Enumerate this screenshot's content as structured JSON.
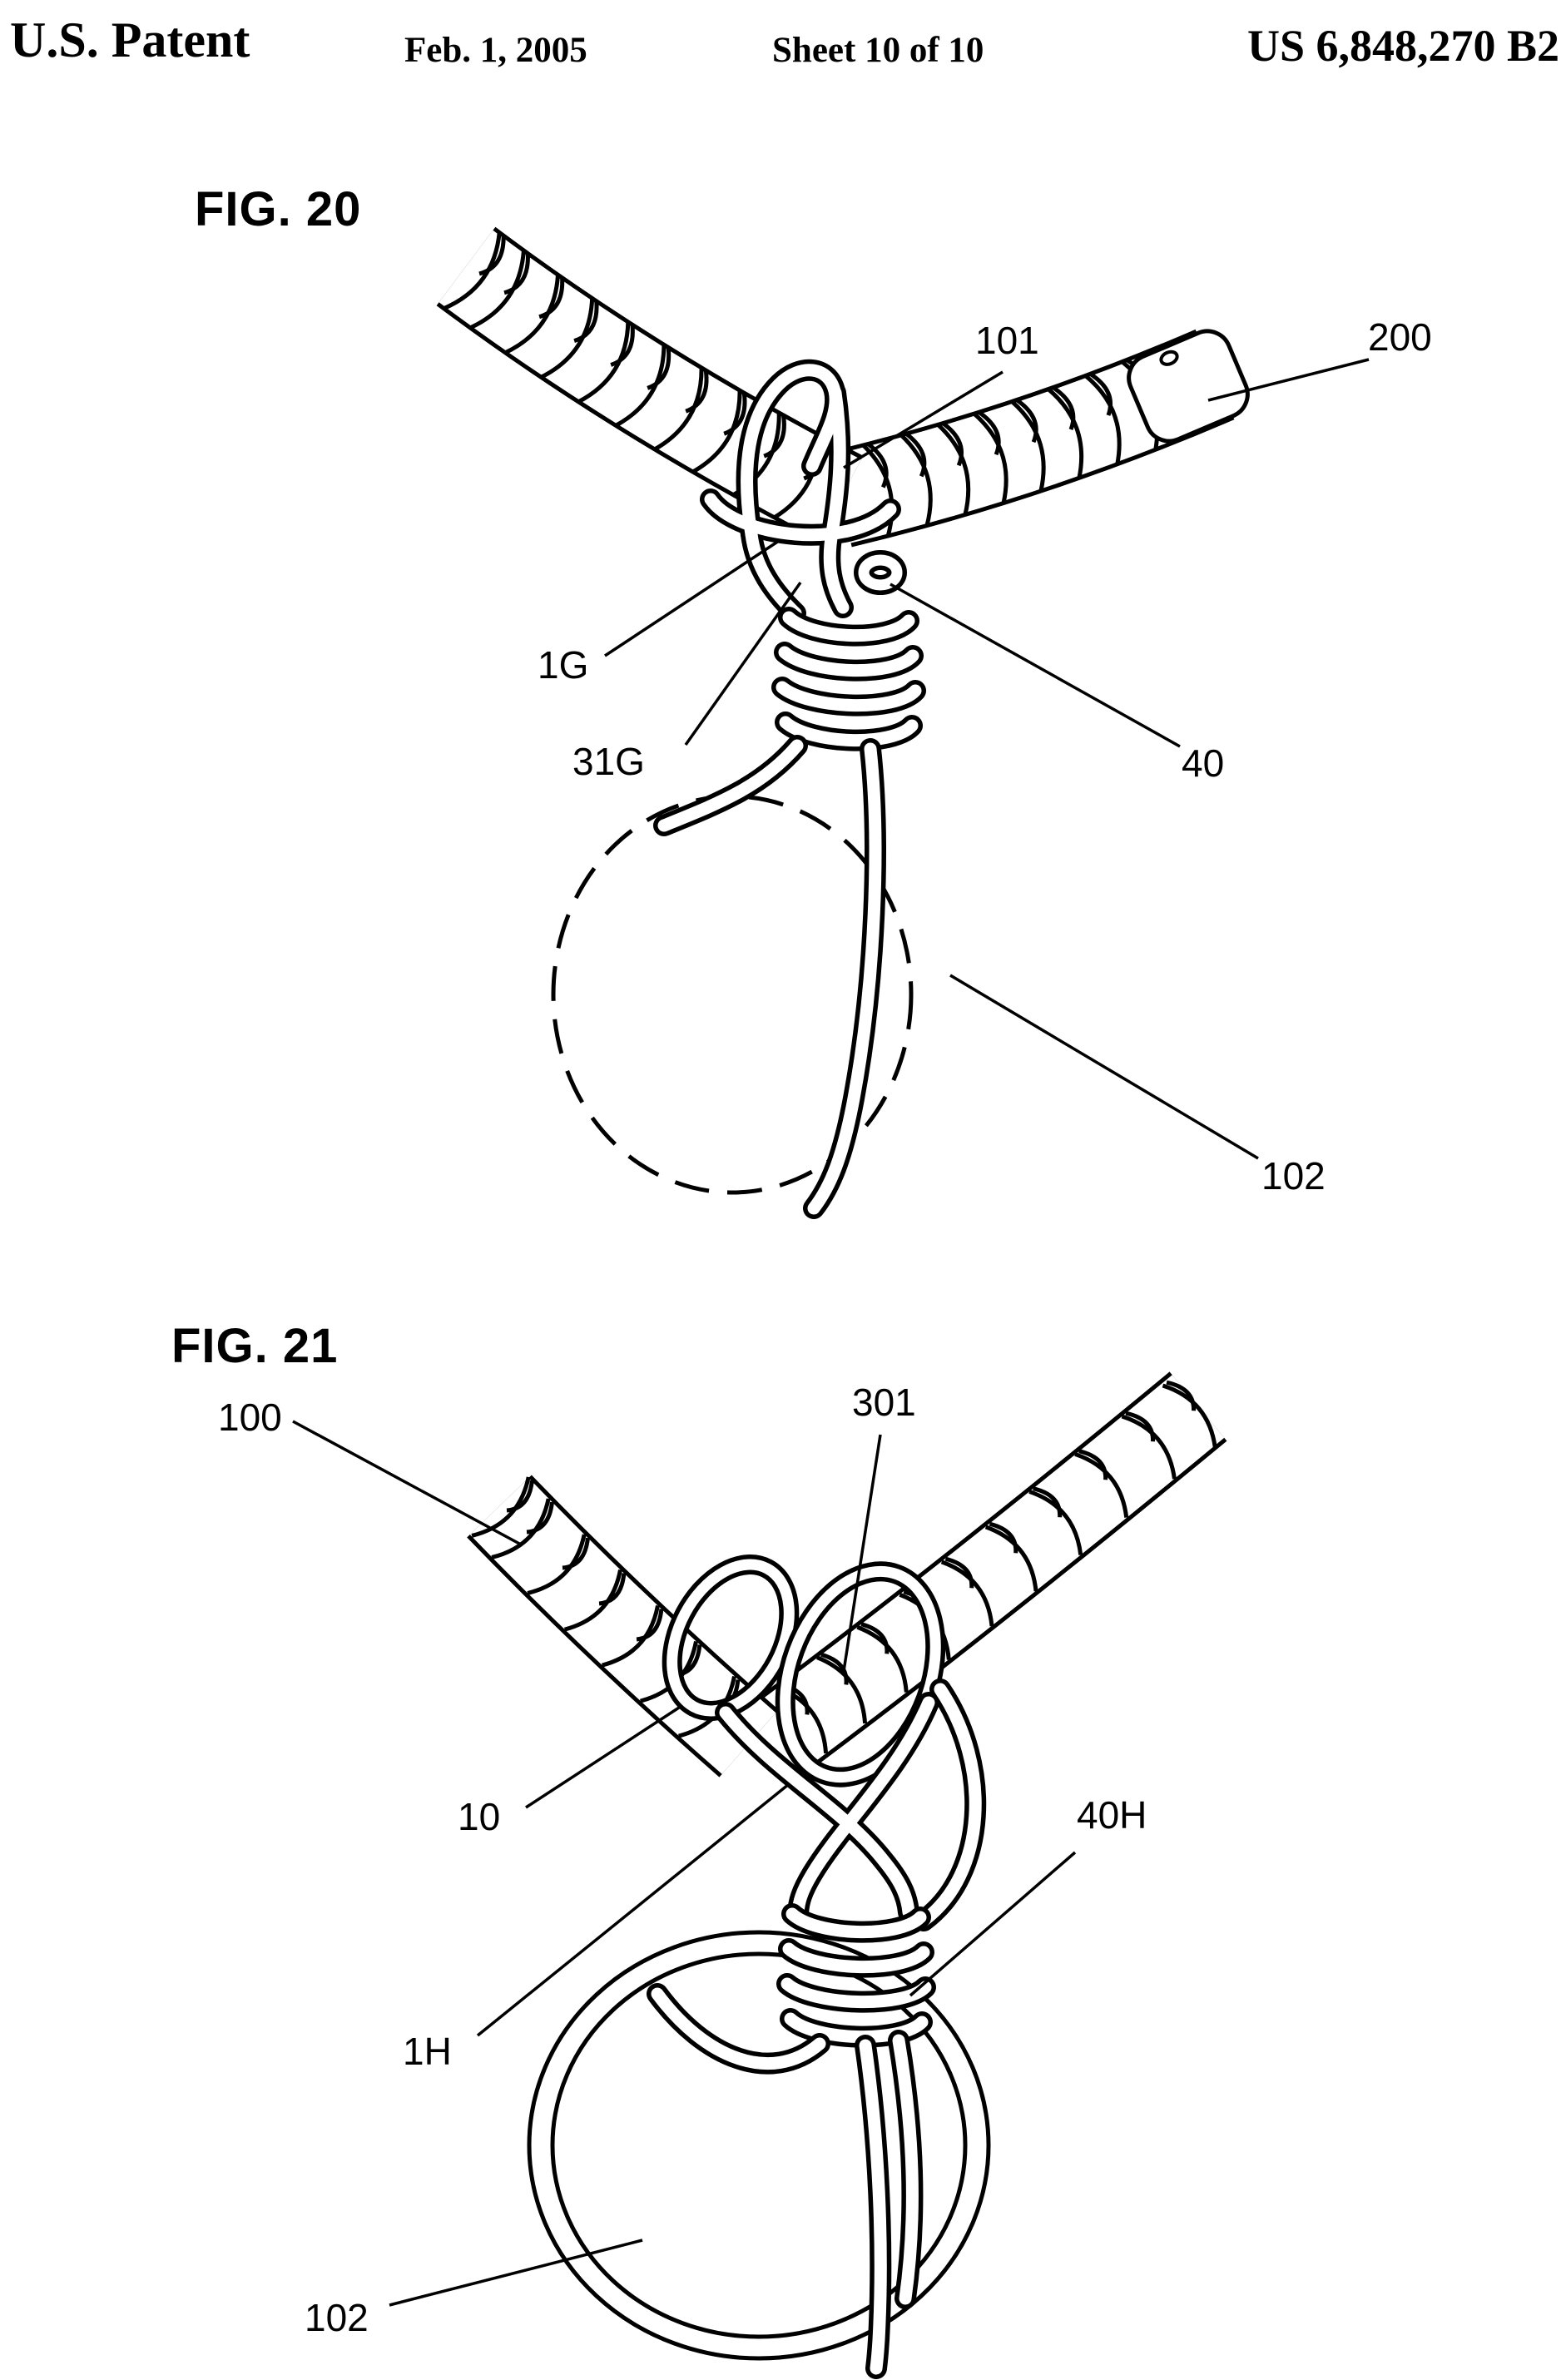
{
  "header": {
    "title": "U.S. Patent",
    "date": "Feb. 1, 2005",
    "sheet": "Sheet 10 of 10",
    "patent_number": "US 6,848,270 B2"
  },
  "fig20": {
    "caption": "FIG. 20",
    "ref_101": "101",
    "ref_200": "200",
    "ref_1g": "1G",
    "ref_31g": "31G",
    "ref_40": "40",
    "ref_102": "102"
  },
  "fig21": {
    "caption": "FIG. 21",
    "ref_100": "100",
    "ref_301": "301",
    "ref_10": "10",
    "ref_1h": "1H",
    "ref_40h": "40H",
    "ref_102": "102"
  }
}
